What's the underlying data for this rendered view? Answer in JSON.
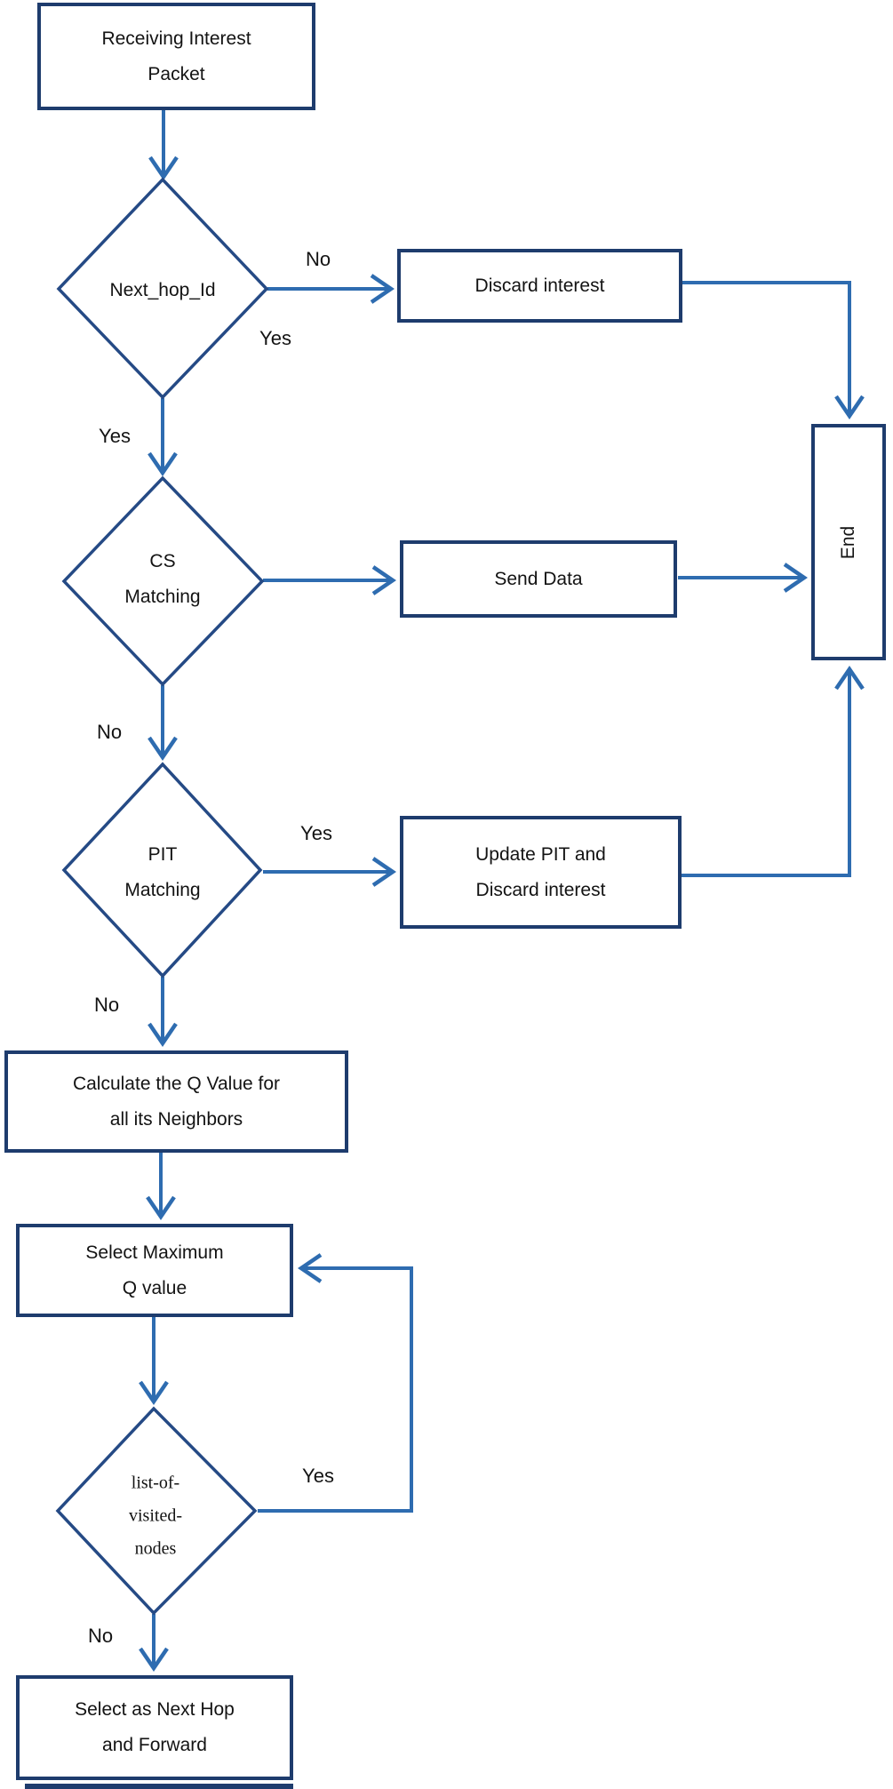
{
  "diagram": {
    "type": "flowchart",
    "colors": {
      "rect_border": "#1e3c6d",
      "diamond_border": "#254a85",
      "arrow": "#2e6cb0",
      "text": "#131313",
      "background": "#ffffff"
    },
    "nodes": {
      "start": {
        "shape": "rect",
        "lines": [
          "Receiving Interest",
          "Packet"
        ]
      },
      "next_hop_id": {
        "shape": "diamond",
        "lines": [
          "Next_hop_Id"
        ]
      },
      "discard_interest": {
        "shape": "rect",
        "lines": [
          "Discard interest"
        ]
      },
      "cs_matching": {
        "shape": "diamond",
        "lines": [
          "CS",
          "Matching"
        ]
      },
      "send_data": {
        "shape": "rect",
        "lines": [
          "Send Data"
        ]
      },
      "end": {
        "shape": "rect",
        "lines": [
          "End"
        ]
      },
      "pit_matching": {
        "shape": "diamond",
        "lines": [
          "PIT",
          "Matching"
        ]
      },
      "update_pit": {
        "shape": "rect",
        "lines": [
          "Update PIT and",
          "Discard interest"
        ]
      },
      "calculate_q": {
        "shape": "rect",
        "lines": [
          "Calculate the Q Value for",
          "all its Neighbors"
        ]
      },
      "select_max_q": {
        "shape": "rect",
        "lines": [
          "Select Maximum",
          "Q value"
        ]
      },
      "list_of_visited_nodes": {
        "shape": "diamond",
        "lines": [
          "list-of-",
          "visited-",
          "nodes"
        ]
      },
      "select_next_hop": {
        "shape": "rect",
        "lines": [
          "Select as Next Hop",
          "and Forward"
        ]
      }
    },
    "edge_labels": {
      "next_hop_no": "No",
      "next_hop_yes_right": "Yes",
      "next_hop_yes_down": "Yes",
      "cs_no": "No",
      "pit_yes": "Yes",
      "pit_no": "No",
      "visited_yes": "Yes",
      "visited_no": "No"
    }
  }
}
